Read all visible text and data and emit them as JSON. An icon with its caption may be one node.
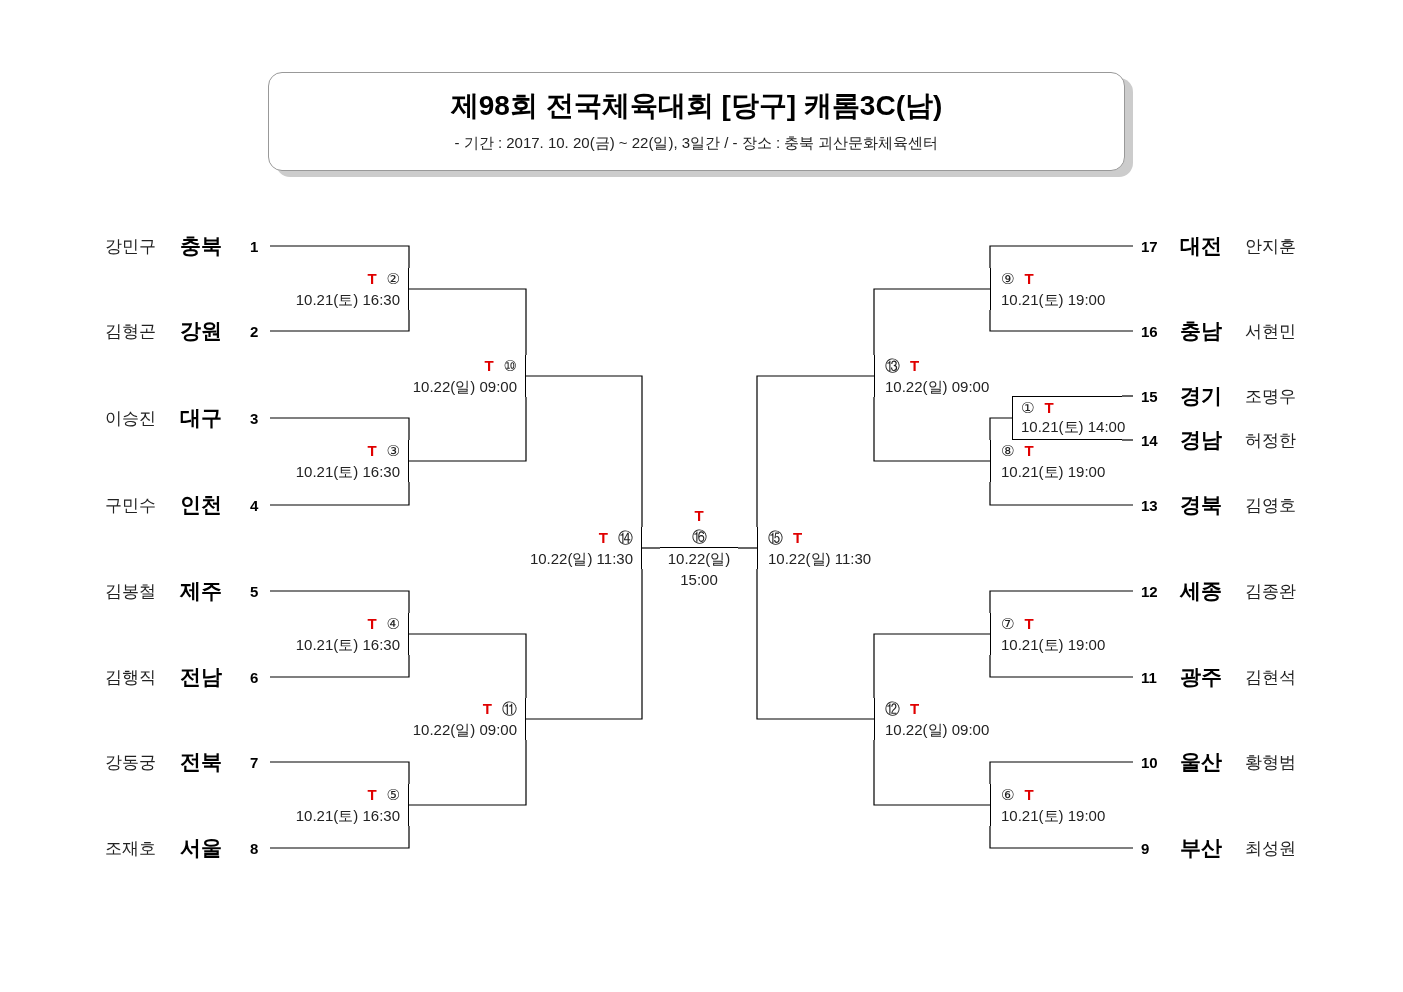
{
  "diagram": {
    "title": "제98회 전국체육대회 [당구] 캐롬3C(남)",
    "nodes": [
      {
        "text": [
          "강민구",
          "충북",
          "1"
        ]
      },
      {
        "text": [
          "김형곤",
          "강원",
          "2"
        ]
      },
      {
        "text": [
          "이승진",
          "대구",
          "3"
        ]
      },
      {
        "text": [
          "구민수",
          "인천",
          "4"
        ]
      },
      {
        "text": [
          "김봉철",
          "제주",
          "5"
        ]
      },
      {
        "text": [
          "김행직",
          "전남",
          "6"
        ]
      },
      {
        "text": [
          "강동궁",
          "전북",
          "7"
        ]
      },
      {
        "text": [
          "조재호",
          "서울",
          "8"
        ]
      },
      {
        "text": [
          "T",
          "②",
          "10.21(토) 16:30"
        ]
      },
      {
        "text": [
          "T",
          "③",
          "10.21(토) 16:30"
        ]
      },
      {
        "text": [
          "T",
          "④",
          "10.21(토) 16:30"
        ]
      },
      {
        "text": [
          "T",
          "⑤",
          "10.21(토) 16:30"
        ]
      },
      {
        "text": [
          "T",
          "⑩",
          "10.22(일) 09:00"
        ]
      },
      {
        "text": [
          "T",
          "⑪",
          "10.22(일) 09:00"
        ]
      },
      {
        "text": [
          "T",
          "⑭",
          "10.22(일) 11:30"
        ]
      },
      {
        "text": [
          "T",
          "⑯",
          "10.22(일) 15:00"
        ]
      },
      {
        "text": [
          "⑮",
          "T",
          "10.22(일) 11:30"
        ]
      },
      {
        "text": [
          "⑬",
          "T",
          "10.22(일) 09:00"
        ]
      },
      {
        "text": [
          "⑫",
          "T",
          "10.22(일) 09:00"
        ]
      },
      {
        "text": [
          "⑨",
          "T",
          "10.21(토) 19:00"
        ]
      },
      {
        "text": [
          "①",
          "T",
          "10.21(토) 14:00"
        ]
      },
      {
        "text": [
          "⑧",
          "T",
          "10.21(토) 19:00"
        ]
      },
      {
        "text": [
          "⑦",
          "T",
          "10.21(토) 19:00"
        ]
      },
      {
        "text": [
          "⑥",
          "T",
          "10.21(토) 19:00"
        ]
      },
      {
        "text": [
          "17",
          "대전",
          "안지훈"
        ]
      },
      {
        "text": [
          "16",
          "충남",
          "서현민"
        ]
      },
      {
        "text": [
          "15",
          "경기",
          "조명우"
        ]
      },
      {
        "text": [
          "14",
          "경남",
          "허정한"
        ]
      },
      {
        "text": [
          "13",
          "경북",
          "김영호"
        ]
      },
      {
        "text": [
          "12",
          "세종",
          "김종완"
        ]
      },
      {
        "text": [
          "11",
          "광주",
          "김현석"
        ]
      },
      {
        "text": [
          "10",
          "울산",
          "황형범"
        ]
      },
      {
        "text": [
          "9",
          "부산",
          "최성원"
        ]
      }
    ],
    "edges": [
      {
        "from": 0,
        "to": 8,
        "arrow": "none"
      },
      {
        "from": 1,
        "to": 8,
        "arrow": "none"
      },
      {
        "from": 2,
        "to": 9,
        "arrow": "none"
      },
      {
        "from": 3,
        "to": 9,
        "arrow": "none"
      },
      {
        "from": 4,
        "to": 10,
        "arrow": "none"
      },
      {
        "from": 5,
        "to": 10,
        "arrow": "none"
      },
      {
        "from": 6,
        "to": 11,
        "arrow": "none"
      },
      {
        "from": 7,
        "to": 11,
        "arrow": "none"
      },
      {
        "from": 8,
        "to": 12,
        "arrow": "none"
      },
      {
        "from": 9,
        "to": 12,
        "arrow": "none"
      },
      {
        "from": 10,
        "to": 13,
        "arrow": "none"
      },
      {
        "from": 11,
        "to": 13,
        "arrow": "none"
      },
      {
        "from": 12,
        "to": 14,
        "arrow": "none"
      },
      {
        "from": 13,
        "to": 14,
        "arrow": "none"
      },
      {
        "from": 14,
        "to": 15,
        "arrow": "none"
      },
      {
        "from": 16,
        "to": 15,
        "arrow": "none"
      },
      {
        "from": 17,
        "to": 16,
        "arrow": "none"
      },
      {
        "from": 18,
        "to": 16,
        "arrow": "none"
      },
      {
        "from": 19,
        "to": 17,
        "arrow": "none"
      },
      {
        "from": 21,
        "to": 17,
        "arrow": "none"
      },
      {
        "from": 20,
        "to": 21,
        "arrow": "none"
      },
      {
        "from": 24,
        "to": 19,
        "arrow": "none"
      },
      {
        "from": 25,
        "to": 19,
        "arrow": "none"
      },
      {
        "from": 26,
        "to": 20,
        "arrow": "none"
      },
      {
        "from": 27,
        "to": 20,
        "arrow": "none"
      },
      {
        "from": 28,
        "to": 21,
        "arrow": "none"
      },
      {
        "from": 22,
        "to": 18,
        "arrow": "none"
      },
      {
        "from": 23,
        "to": 18,
        "arrow": "none"
      },
      {
        "from": 29,
        "to": 22,
        "arrow": "none"
      },
      {
        "from": 30,
        "to": 22,
        "arrow": "none"
      },
      {
        "from": 31,
        "to": 23,
        "arrow": "none"
      },
      {
        "from": 32,
        "to": 23,
        "arrow": "none"
      }
    ],
    "labels": [
      "- 기간 : 2017. 10. 20(금) ~ 22(일), 3일간 / - 장소 : 충북 괴산문화체육센터"
    ]
  }
}
